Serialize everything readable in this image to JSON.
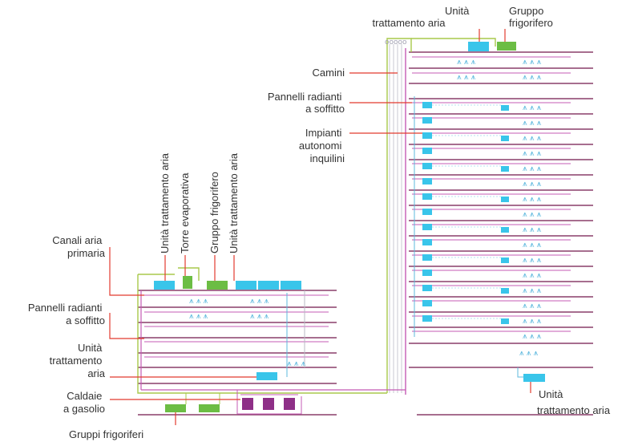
{
  "colors": {
    "floor": "#8a3f6a",
    "pipe_purple": "#c45bb5",
    "pipe_green": "#a8c94b",
    "pipe_blue": "#5db8de",
    "duct_gray": "#b9b9c6",
    "ahu_cyan": "#39c5ea",
    "chiller_green": "#6cbd44",
    "boiler_purple": "#8e2f87",
    "leader_red": "#e23b2f",
    "text": "#333333"
  },
  "labels": {
    "uta_top": [
      "Unità",
      "trattamento aria"
    ],
    "gruppo_frigo_top": [
      "Gruppo",
      "frigorifero"
    ],
    "camini": "Camini",
    "pannelli_right": [
      "Pannelli radianti",
      "a soffitto"
    ],
    "impianti": [
      "Impianti",
      "autonomi",
      "inquilini"
    ],
    "v_uta_1": "Unità trattamento aria",
    "v_torre": "Torre evaporativa",
    "v_gruppo": "Gruppo frigorifero",
    "v_uta_2": "Unità trattamento aria",
    "canali": [
      "Canali aria",
      "primaria"
    ],
    "pannelli_left": [
      "Pannelli radianti",
      "a soffitto"
    ],
    "uta_left": [
      "Unità",
      "trattamento",
      "aria"
    ],
    "caldaie": [
      "Caldaie",
      "a gasolio"
    ],
    "gruppi_frigo": "Gruppi frigoriferi",
    "uta_bottom_right": [
      "Unità",
      "trattamento aria"
    ]
  }
}
